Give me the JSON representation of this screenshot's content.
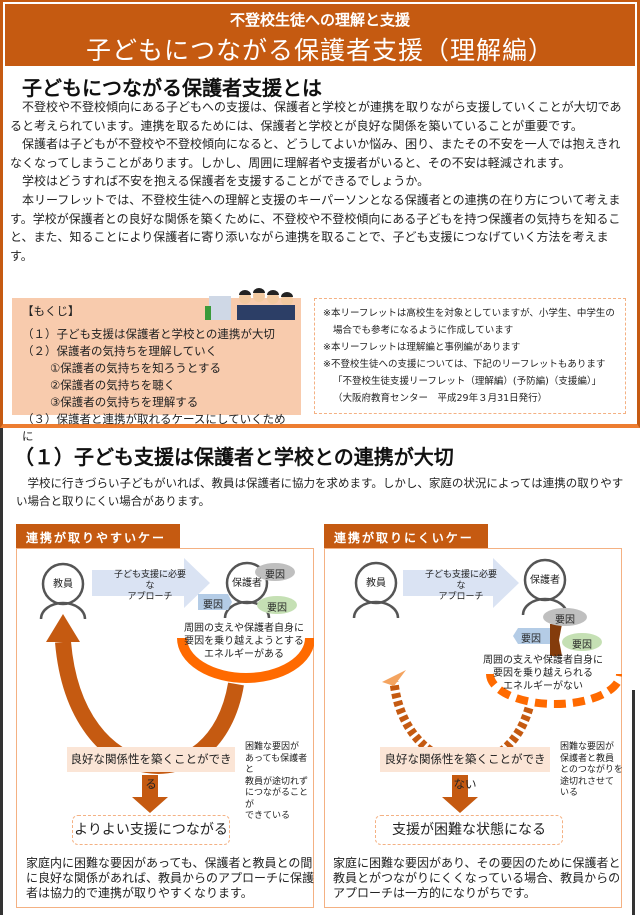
{
  "banner": {
    "subtitle": "不登校生徒への理解と支援",
    "title": "子どもにつながる保護者支援（理解編）"
  },
  "intro_section": {
    "heading": "子どもにつながる保護者支援とは",
    "paragraphs": [
      "不登校や不登校傾向にある子どもへの支援は、保護者と学校とが連携を取りながら支援していくことが大切であると考えられています。連携を取るためには、保護者と学校とが良好な関係を築いていることが重要です。",
      "保護者は子どもが不登校や不登校傾向になると、どうしてよいか悩み、困り、またその不安を一人では抱えきれなくなってしまうことがあります。しかし、周囲に理解者や支援者がいると、その不安は軽減されます。",
      "学校はどうすれば不安を抱える保護者を支援することができるでしょうか。",
      "本リーフレットでは、不登校生徒への理解と支援のキーパーソンとなる保護者との連携の在り方について考えます。学校が保護者との良好な関係を築くために、不登校や不登校傾向にある子どもを持つ保護者の気持ちを知ること、また、知ることにより保護者に寄り添いながら連携を取ることで、子ども支援につなげていく方法を考えます。"
    ]
  },
  "toc": {
    "title": "【もくじ】",
    "items": [
      "（１）子ども支援は保護者と学校との連携が大切",
      "（２）保護者の気持ちを理解していく",
      "①保護者の気持ちを知ろうとする",
      "②保護者の気持ちを聴く",
      "③保護者の気持ちを理解する",
      "（３）保護者と連携が取れるケースにしていくために"
    ]
  },
  "notes": [
    "※本リーフレットは高校生を対象としていますが、小学生、中学生の",
    "場合でも参考になるように作成しています",
    "※本リーフレットは理解編と事例編があります",
    "※不登校生徒への支援については、下記のリーフレットもあります",
    "「不登校生徒支援リーフレット（理解編）(予防編)（支援編）」",
    "（大阪府教育センター　平成29年３月31日発行）"
  ],
  "section1": {
    "heading": "（１）子ども支援は保護者と学校との連携が大切",
    "text": "学校に行きづらい子どもがいれば、教員は保護者に協力を求めます。しかし、家庭の状況によっては連携の取りやすい場合と取りにくい場合があります。"
  },
  "easy_case": {
    "tab": "連携が取りやすいケース",
    "teacher": "教員",
    "parent": "保護者",
    "approach": [
      "子ども支援に必要な",
      "アプローチ"
    ],
    "factor": "要因",
    "energy": [
      "周囲の支えや保護者自身に",
      "要因を乗り越えようとする",
      "エネルギーがある"
    ],
    "relation": "良好な関係性を築くことができる",
    "side_note": [
      "困難な要因が",
      "あっても保護者と",
      "教員が途切れず",
      "につながることが",
      "できている"
    ],
    "result": "よりよい支援につながる",
    "summary": "家庭内に困難な要因があっても、保護者と教員との間に良好な関係があれば、教員からのアプローチに保護者は協力的で連携が取りやすくなります。"
  },
  "hard_case": {
    "tab": "連携が取りにくいケース",
    "teacher": "教員",
    "parent": "保護者",
    "approach": [
      "子ども支援に必要な",
      "アプローチ"
    ],
    "factor": "要因",
    "energy": [
      "周囲の支えや保護者自身に",
      "要因を乗り越えられる",
      "エネルギーがない"
    ],
    "relation": "良好な関係性を築くことができない",
    "side_note": [
      "困難な要因が",
      "保護者と教員",
      "とのつながりを",
      "途切れさせて",
      "いる"
    ],
    "result": "支援が困難な状態になる",
    "summary": "家庭に困難な要因があり、その要因のために保護者と教員とがつながりにくくなっている場合、教員からのアプローチは一方的になりがちです。"
  },
  "colors": {
    "brand": "#c55a11",
    "accent": "#ed7d31",
    "toc_bg": "#f8cbad",
    "pale": "#fbe5d6"
  }
}
